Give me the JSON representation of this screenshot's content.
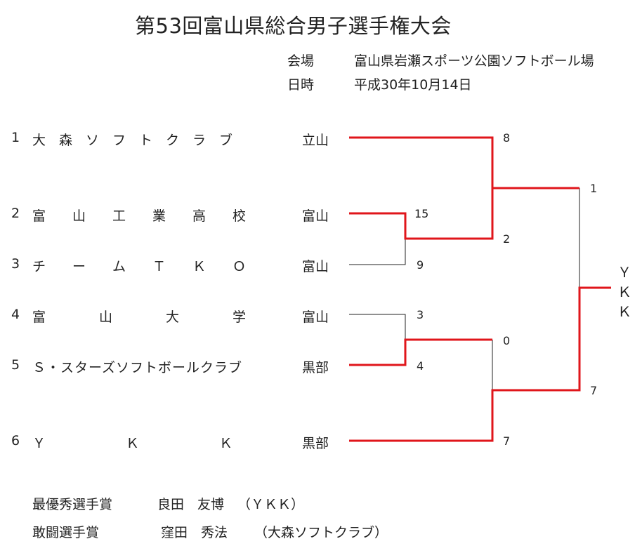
{
  "title": "第53回富山県総合男子選手権大会",
  "venue_label": "会場",
  "venue": "富山県岩瀬スポーツ公園ソフトボール場",
  "date_label": "日時",
  "date": "平成30年10月14日",
  "teams": [
    {
      "seed": "1",
      "name": "大　森　ソ　フ　ト　ク　ラ　ブ",
      "region": "立山"
    },
    {
      "seed": "2",
      "name": "富　　山　　工　　業　　高　　校",
      "region": "富山"
    },
    {
      "seed": "3",
      "name": "チ　　ー　　ム　　Ｔ　　Ｋ　　Ｏ",
      "region": "富山"
    },
    {
      "seed": "4",
      "name": "富　　　　山　　　　大　　　　学",
      "region": "富山"
    },
    {
      "seed": "5",
      "name": "Ｓ・スターズソフトボールクラブ",
      "region": "黒部"
    },
    {
      "seed": "6",
      "name": "Ｙ　　　　　　Ｋ　　　　　　Ｋ",
      "region": "黒部"
    }
  ],
  "scores": {
    "r1_top_a": "15",
    "r1_top_b": "9",
    "r1_bot_a": "3",
    "r1_bot_b": "4",
    "sf_top_a": "8",
    "sf_top_b": "2",
    "sf_bot_a": "0",
    "sf_bot_b": "7",
    "final_a": "1",
    "final_b": "7"
  },
  "winner": [
    "Ｙ",
    "Ｋ",
    "Ｋ"
  ],
  "awards": [
    {
      "label": "最優秀選手賞",
      "name": "良田　友博",
      "team": "（ＹＫＫ）"
    },
    {
      "label": "敢闘選手賞",
      "name": "窪田　秀法",
      "team": "（大森ソフトクラブ）"
    }
  ],
  "colors": {
    "win_line": "#e0161b",
    "lose_line": "#222222"
  }
}
